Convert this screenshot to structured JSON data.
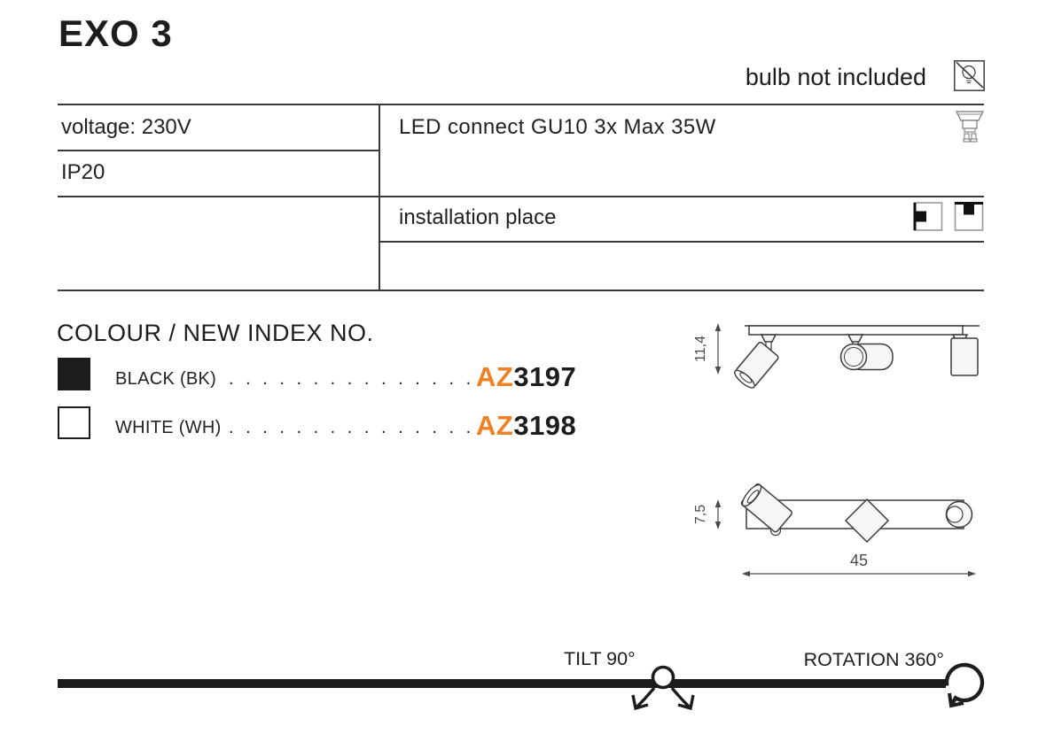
{
  "header": {
    "title": "EXO 3",
    "bulb_note": "bulb not included"
  },
  "spec_table": {
    "voltage": "voltage: 230V",
    "ip_rating": "IP20",
    "lamp": "LED connect GU10 3x Max 35W",
    "installation": "installation place"
  },
  "colour_index": {
    "heading": "COLOUR / NEW INDEX NO.",
    "dot_leader": ". . . . . . . . . . . . . . . . . . .",
    "accent_color": "#EF8023",
    "items": [
      {
        "label": "BLACK (BK)",
        "swatch_color": "#1d1d1b",
        "code_prefix": "AZ",
        "code_number": "3197"
      },
      {
        "label": "WHITE (WH)",
        "swatch_color": "#ffffff",
        "code_prefix": "AZ",
        "code_number": "3198"
      }
    ]
  },
  "drawings": {
    "side_view": {
      "height": "11,4"
    },
    "top_view": {
      "depth": "7,5",
      "width": "45"
    }
  },
  "features": {
    "tilt": "TILT 90°",
    "rotation": "ROTATION 360°"
  },
  "icons": {
    "bulb_excluded": "crossed-bulb-icon",
    "lamp_socket": "gu10-bulb-icon",
    "installation": [
      "wall-mount-icon",
      "ceiling-mount-icon"
    ],
    "tilt": "tilt-arrows-icon",
    "rotation": "rotation-arrow-icon"
  },
  "colors": {
    "ink": "#1d1d1b",
    "accent": "#EF8023"
  }
}
